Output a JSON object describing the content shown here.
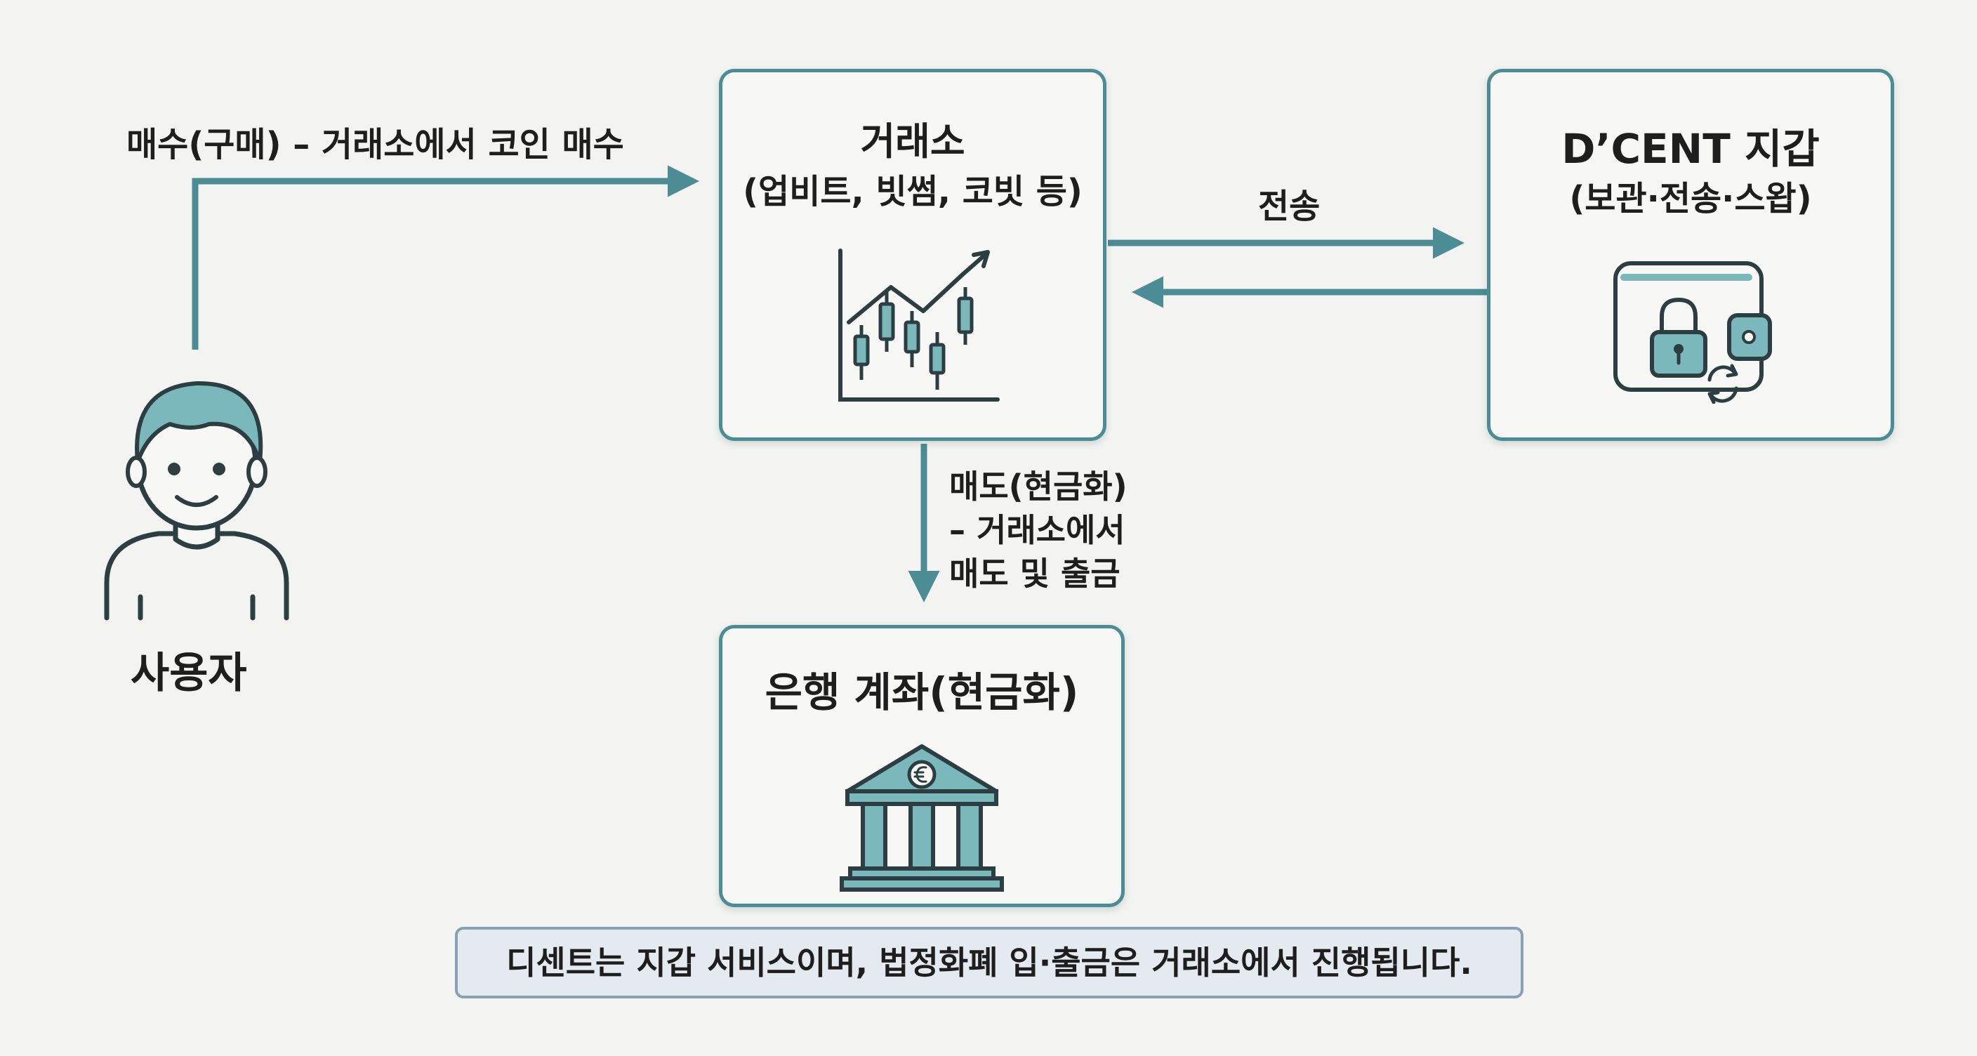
{
  "diagram": {
    "nodes": {
      "user": {
        "label": "사용자"
      },
      "exchange": {
        "title": "거래소",
        "subtitle": "(업비트, 빗썸, 코빗 등)"
      },
      "wallet": {
        "title": "D’CENT 지갑",
        "subtitle": "(보관·전송·스왑)"
      },
      "bank": {
        "title": "은행 계좌(현금화)"
      }
    },
    "edges": {
      "buy": "매수(구매) – 거래소에서 코인 매수",
      "send": "전송",
      "sell_lines": [
        "매도(현금화)",
        "– 거래소에서",
        "매도 및 출금"
      ]
    },
    "note": "디센트는 지갑 서비스이며, 법정화폐 입·출금은 거래소에서 진행됩니다.",
    "icons": {
      "user": "person-icon",
      "exchange": "candlestick-chart-icon",
      "wallet": "wallet-lock-icon",
      "bank": "bank-building-icon"
    },
    "colors": {
      "accent": "#4b8c95",
      "icon_fill": "#7bb8bc",
      "line": "#2c3e42",
      "background": "#f3f4f1",
      "note_bg": "#e4eaef",
      "note_border": "#8aa0b4"
    }
  }
}
